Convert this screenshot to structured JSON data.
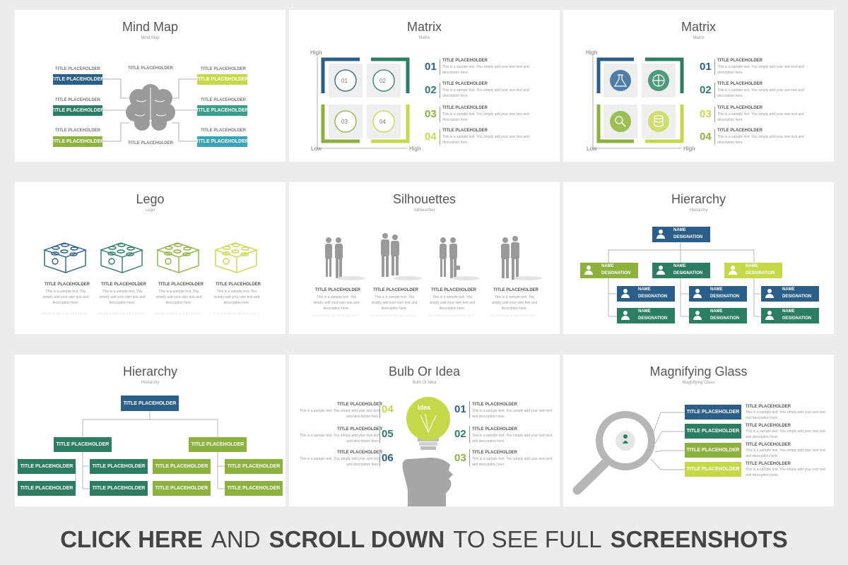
{
  "colors": {
    "navy": "#2b5f8a",
    "green": "#2d7d62",
    "olive": "#8cb13e",
    "lime": "#c5d84a",
    "teal": "#3aa3b6",
    "gray": "#bdbdbd"
  },
  "cards": {
    "mind_map": {
      "title": "Mind Map",
      "subtitle": "Mind Map",
      "label": "TITLE PLACEHOLDER",
      "box": "TITLE PLACEHOLDER"
    },
    "matrix1": {
      "title": "Matrix",
      "subtitle": "Matrix",
      "high": "High",
      "low": "Low",
      "high2": "High",
      "cells": [
        "01",
        "02",
        "03",
        "04"
      ],
      "items": [
        {
          "num": "01",
          "title": "TITLE PLACEHOLDER",
          "text": "This is a sample text. You simply add your own text and description here."
        },
        {
          "num": "02",
          "title": "TITLE PLACEHOLDER",
          "text": "This is a sample text. You simply add your own text and description here."
        },
        {
          "num": "03",
          "title": "TITLE PLACEHOLDER",
          "text": "This is a sample text. You simply add your own text and description here."
        },
        {
          "num": "04",
          "title": "TITLE PLACEHOLDER",
          "text": "This is a sample text. You simply add your own text and description here."
        }
      ]
    },
    "matrix2": {
      "title": "Matrix",
      "subtitle": "Matrix",
      "high": "High",
      "low": "Low",
      "high2": "High",
      "icons": [
        "flask-icon",
        "globe-icon",
        "magnifier-icon",
        "database-icon"
      ],
      "items": [
        {
          "num": "01",
          "title": "TITLE PLACEHOLDER",
          "text": "This is a sample text. You simply add your own text and description here."
        },
        {
          "num": "02",
          "title": "TITLE PLACEHOLDER",
          "text": "This is a sample text. You simply add your own text and description here."
        },
        {
          "num": "03",
          "title": "TITLE PLACEHOLDER",
          "text": "This is a sample text. You simply add your own text and description here."
        },
        {
          "num": "04",
          "title": "TITLE PLACEHOLDER",
          "text": "This is a sample text. You simply add your own text and description here."
        }
      ]
    },
    "lego": {
      "title": "Lego",
      "subtitle": "Lego",
      "items": [
        {
          "title": "TITLE PLACEHOLDER",
          "text": "This is a sample text. You simply add your own text and description here."
        },
        {
          "title": "TITLE PLACEHOLDER",
          "text": "This is a sample text. You simply add your own text and description here."
        },
        {
          "title": "TITLE PLACEHOLDER",
          "text": "This is a sample text. You simply add your own text and description here."
        },
        {
          "title": "TITLE PLACEHOLDER",
          "text": "This is a sample text. You simply add your own text and description here."
        }
      ]
    },
    "silhouettes": {
      "title": "Silhouettes",
      "subtitle": "Silhouettes",
      "items": [
        {
          "title": "TITLE PLACEHOLDER",
          "text": "This is a sample text. You simply add your own text and description here."
        },
        {
          "title": "TITLE PLACEHOLDER",
          "text": "This is a sample text. You simply add your own text and description here."
        },
        {
          "title": "TITLE PLACEHOLDER",
          "text": "This is a sample text. You simply add your own text and description here."
        },
        {
          "title": "TITLE PLACEHOLDER",
          "text": "This is a sample text. You simply add your own text and description here."
        }
      ]
    },
    "hierarchy1": {
      "title": "Hierarchy",
      "subtitle": "Hierarchy",
      "name": "NAME",
      "designation": "DESIGNATION"
    },
    "hierarchy2": {
      "title": "Hierarchy",
      "subtitle": "Hierarchy",
      "box": "TITLE PLACEHOLDER"
    },
    "bulb": {
      "title": "Bulb Or Idea",
      "subtitle": "Bulb Or Idea",
      "idea": "Idea",
      "left": [
        {
          "num": "04",
          "title": "TITLE PLACEHOLDER",
          "text": "This is a sample text. You simply add your own text and description here."
        },
        {
          "num": "05",
          "title": "TITLE PLACEHOLDER",
          "text": "This is a sample text. You simply add your own text and description here."
        },
        {
          "num": "06",
          "title": "TITLE PLACEHOLDER",
          "text": "This is a sample text. You simply add your own text and description here."
        }
      ],
      "right": [
        {
          "num": "01",
          "title": "TITLE PLACEHOLDER",
          "text": "This is a sample text. You simply add your own text and description here."
        },
        {
          "num": "02",
          "title": "TITLE PLACEHOLDER",
          "text": "This is a sample text. You simply add your own text and description here."
        },
        {
          "num": "03",
          "title": "TITLE PLACEHOLDER",
          "text": "This is a sample text. You simply add your own text and description here."
        }
      ]
    },
    "magnifier": {
      "title": "Magnifying Glass",
      "subtitle": "Magnifying Glass",
      "items": [
        {
          "box": "TITLE PLACEHOLDER",
          "title": "TITLE PLACEHOLDER",
          "text": "This is a sample text. You simply add your own text and description here."
        },
        {
          "box": "TITLE PLACEHOLDER",
          "title": "TITLE PLACEHOLDER",
          "text": "This is a sample text. You simply add your own text and description here."
        },
        {
          "box": "TITLE PLACEHOLDER",
          "title": "TITLE PLACEHOLDER",
          "text": "This is a sample text. You simply add your own text and description here."
        },
        {
          "box": "TITLE PLACEHOLDER",
          "title": "TITLE PLACEHOLDER",
          "text": "This is a sample text. You simply add your own text and description here."
        }
      ]
    }
  },
  "banner": {
    "p1": "CLICK HERE",
    "p2": "AND",
    "p3": "SCROLL DOWN",
    "p4": "TO SEE FULL",
    "p5": "SCREENSHOTS"
  }
}
